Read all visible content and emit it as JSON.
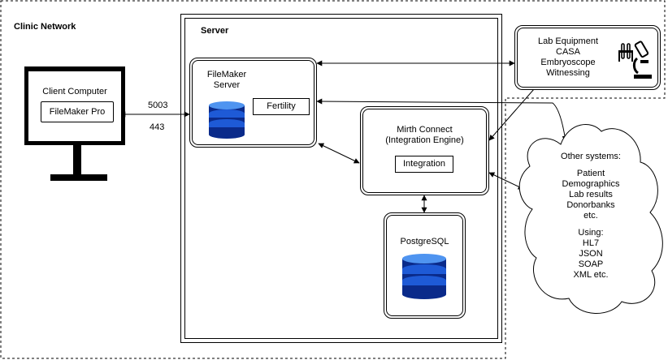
{
  "clinic_network": {
    "title": "Clinic Network"
  },
  "client": {
    "title": "Client Computer",
    "app": "FileMaker Pro"
  },
  "ports": {
    "port1": "5003",
    "port2": "443"
  },
  "server": {
    "title": "Server"
  },
  "filemaker_server": {
    "title_line1": "FileMaker",
    "title_line2": "Server",
    "db_label": "Fertility"
  },
  "mirth": {
    "title_line1": "Mirth Connect",
    "title_line2": "(Integration Engine)",
    "module": "Integration"
  },
  "postgres": {
    "title": "PostgreSQL"
  },
  "lab": {
    "lines": [
      "Lab Equipment",
      "CASA",
      "Embryoscope",
      "Witnessing"
    ]
  },
  "other_systems": {
    "title": "Other systems:",
    "items": [
      "Patient",
      "Demographics",
      "Lab results",
      "Donorbanks",
      "etc."
    ],
    "using_title": "Using:",
    "formats": [
      "HL7",
      "JSON",
      "SOAP",
      "XML etc."
    ]
  },
  "colors": {
    "db_dark": "#0a2a8a",
    "db_mid": "#1e5ad6",
    "db_light": "#4f94f0",
    "stroke": "#000000"
  },
  "icons": [
    "database-icon",
    "test-tubes-icon",
    "microscope-icon",
    "monitor-icon"
  ]
}
